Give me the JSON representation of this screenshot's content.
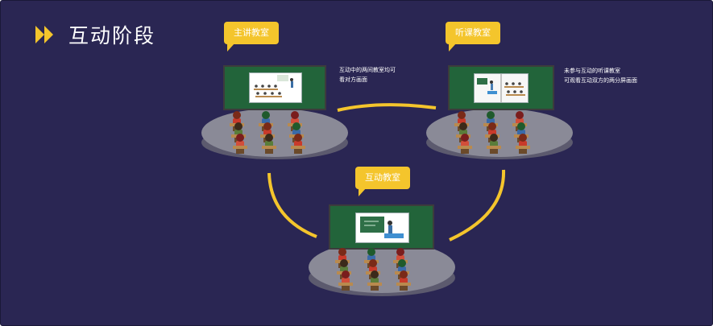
{
  "page": {
    "title": "互动阶段"
  },
  "classrooms": {
    "main": {
      "label": "主讲教室",
      "note": [
        "互动中的两间教室均可",
        "看对方画面"
      ]
    },
    "listen": {
      "label": "听课教室",
      "note": [
        "未参与互动的听课教室",
        "可观看互动双方的两分屏画面"
      ]
    },
    "interactive": {
      "label": "互动教室"
    }
  },
  "colors": {
    "background": "#2a2653",
    "accent_yellow": "#f4c52c",
    "board_green": "#22643a",
    "platform_gray": "#8a8a97"
  },
  "icons": [
    "double-chevron-right-icon"
  ]
}
